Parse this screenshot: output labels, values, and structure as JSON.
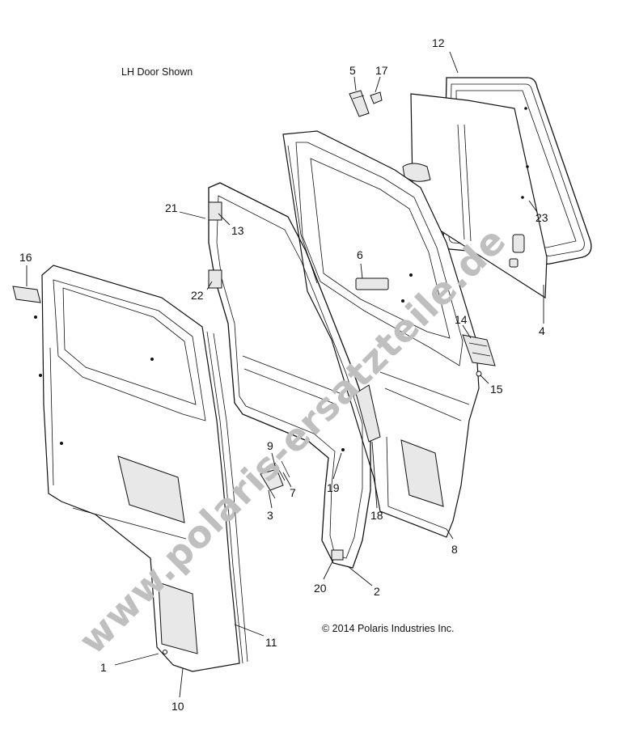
{
  "diagram": {
    "header_note": "LH Door Shown",
    "copyright": "© 2014 Polaris Industries Inc.",
    "watermark": "www.polaris-ersatzteile.de",
    "callouts": [
      {
        "id": "c1",
        "label": "1"
      },
      {
        "id": "c2",
        "label": "2"
      },
      {
        "id": "c3",
        "label": "3"
      },
      {
        "id": "c4",
        "label": "4"
      },
      {
        "id": "c5",
        "label": "5"
      },
      {
        "id": "c6",
        "label": "6"
      },
      {
        "id": "c7",
        "label": "7"
      },
      {
        "id": "c8",
        "label": "8"
      },
      {
        "id": "c9",
        "label": "9"
      },
      {
        "id": "c10",
        "label": "10"
      },
      {
        "id": "c11",
        "label": "11"
      },
      {
        "id": "c12",
        "label": "12"
      },
      {
        "id": "c13",
        "label": "13"
      },
      {
        "id": "c14",
        "label": "14"
      },
      {
        "id": "c15",
        "label": "15"
      },
      {
        "id": "c16",
        "label": "16"
      },
      {
        "id": "c17",
        "label": "17"
      },
      {
        "id": "c18",
        "label": "18"
      },
      {
        "id": "c19",
        "label": "19"
      },
      {
        "id": "c20",
        "label": "20"
      },
      {
        "id": "c21",
        "label": "21"
      },
      {
        "id": "c22",
        "label": "22"
      },
      {
        "id": "c23",
        "label": "23"
      }
    ]
  }
}
